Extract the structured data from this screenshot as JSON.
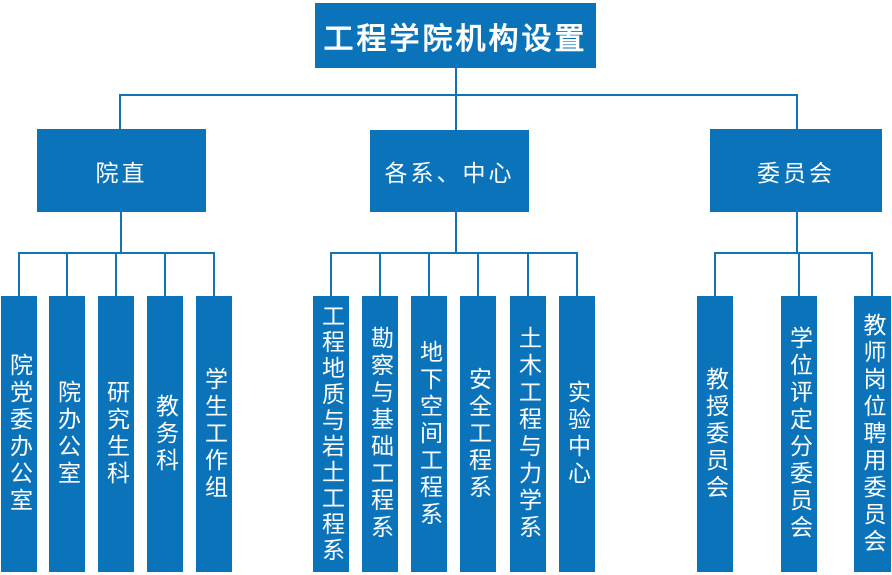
{
  "title": "工程学院机构设置",
  "groups": [
    {
      "label": "院直",
      "children": [
        "院党委办公室",
        "院办公室",
        "研究生科",
        "教务科",
        "学生工作组"
      ]
    },
    {
      "label": "各系、中心",
      "children": [
        "工程地质与岩土工程系",
        "勘察与基础工程系",
        "地下空间工程系",
        "安全工程系",
        "土木工程与力学系",
        "实验中心"
      ]
    },
    {
      "label": "委员会",
      "children": [
        "教授委员会",
        "学位评定分委员会",
        "教师岗位聘用委员会"
      ]
    }
  ],
  "colors": {
    "box_fill": "#0b73ba",
    "connector": "#1274b4",
    "text": "#ffffff",
    "background": "#ffffff"
  }
}
